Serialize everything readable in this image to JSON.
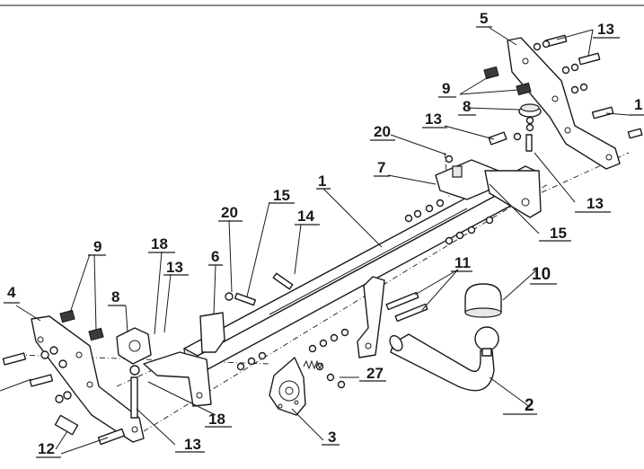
{
  "labels": {
    "l1": "1",
    "l2": "2",
    "l3": "3",
    "l4": "4",
    "l5": "5",
    "l7": "7",
    "l8a": "8",
    "l8b": "8",
    "l9a": "9",
    "l9b": "9",
    "l10": "10",
    "l11": "11",
    "l12": "12",
    "l13a": "13",
    "l13b": "13",
    "l13c": "13",
    "l13d": "13",
    "l13e": "13",
    "l14": "14",
    "l15a": "15",
    "l15b": "15",
    "l16": "1",
    "l18a": "18",
    "l18b": "18",
    "l20a": "20",
    "l20b": "20",
    "l27": "27"
  }
}
